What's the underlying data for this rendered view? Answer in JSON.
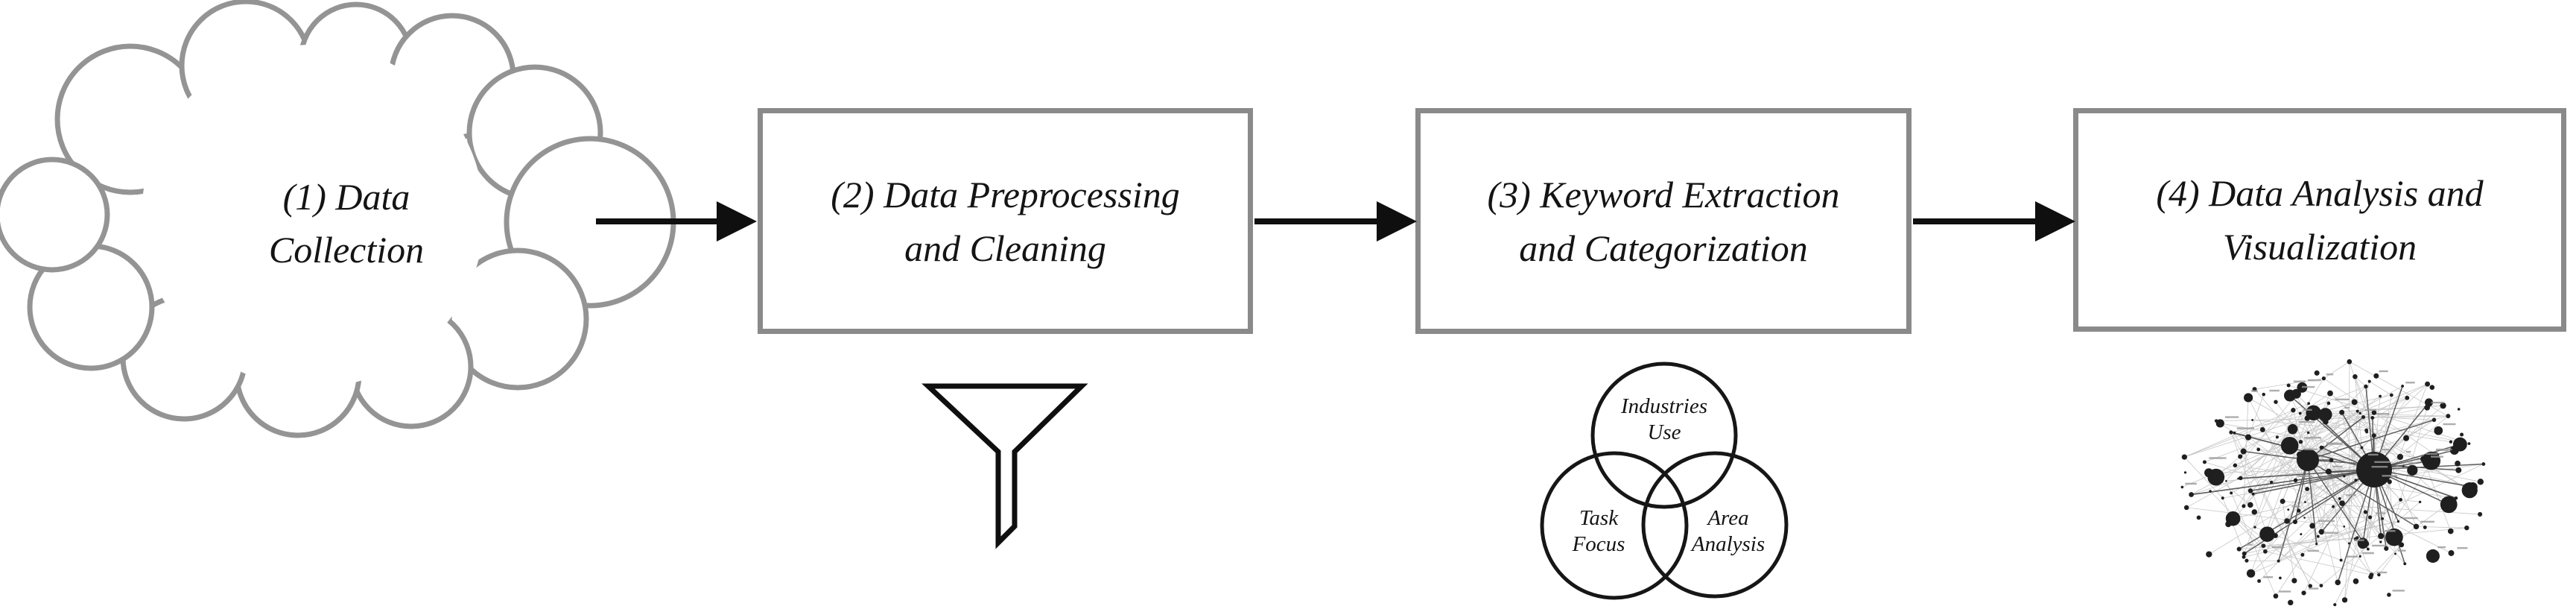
{
  "steps": {
    "collection": {
      "label": "(1) Data\nCollection"
    },
    "preprocessing": {
      "label": "(2) Data Preprocessing\nand Cleaning"
    },
    "extraction": {
      "label": "(3) Keyword Extraction\nand Categorization"
    },
    "analysis": {
      "label": "(4) Data Analysis and\nVisualization"
    }
  },
  "venn": {
    "top_label": "Industries\nUse",
    "left_label": "Task\nFocus",
    "right_label": "Area\nAnalysis"
  },
  "icons": {
    "cloud": "cloud-shape",
    "funnel": "funnel-icon",
    "venn": "venn-diagram-icon",
    "network": "network-graph-icon"
  },
  "colors": {
    "box_border": "#8a8a8a",
    "cloud_stroke": "#949494",
    "arrow": "#0f0f0f",
    "text": "#141414",
    "venn_stroke": "#161616"
  }
}
